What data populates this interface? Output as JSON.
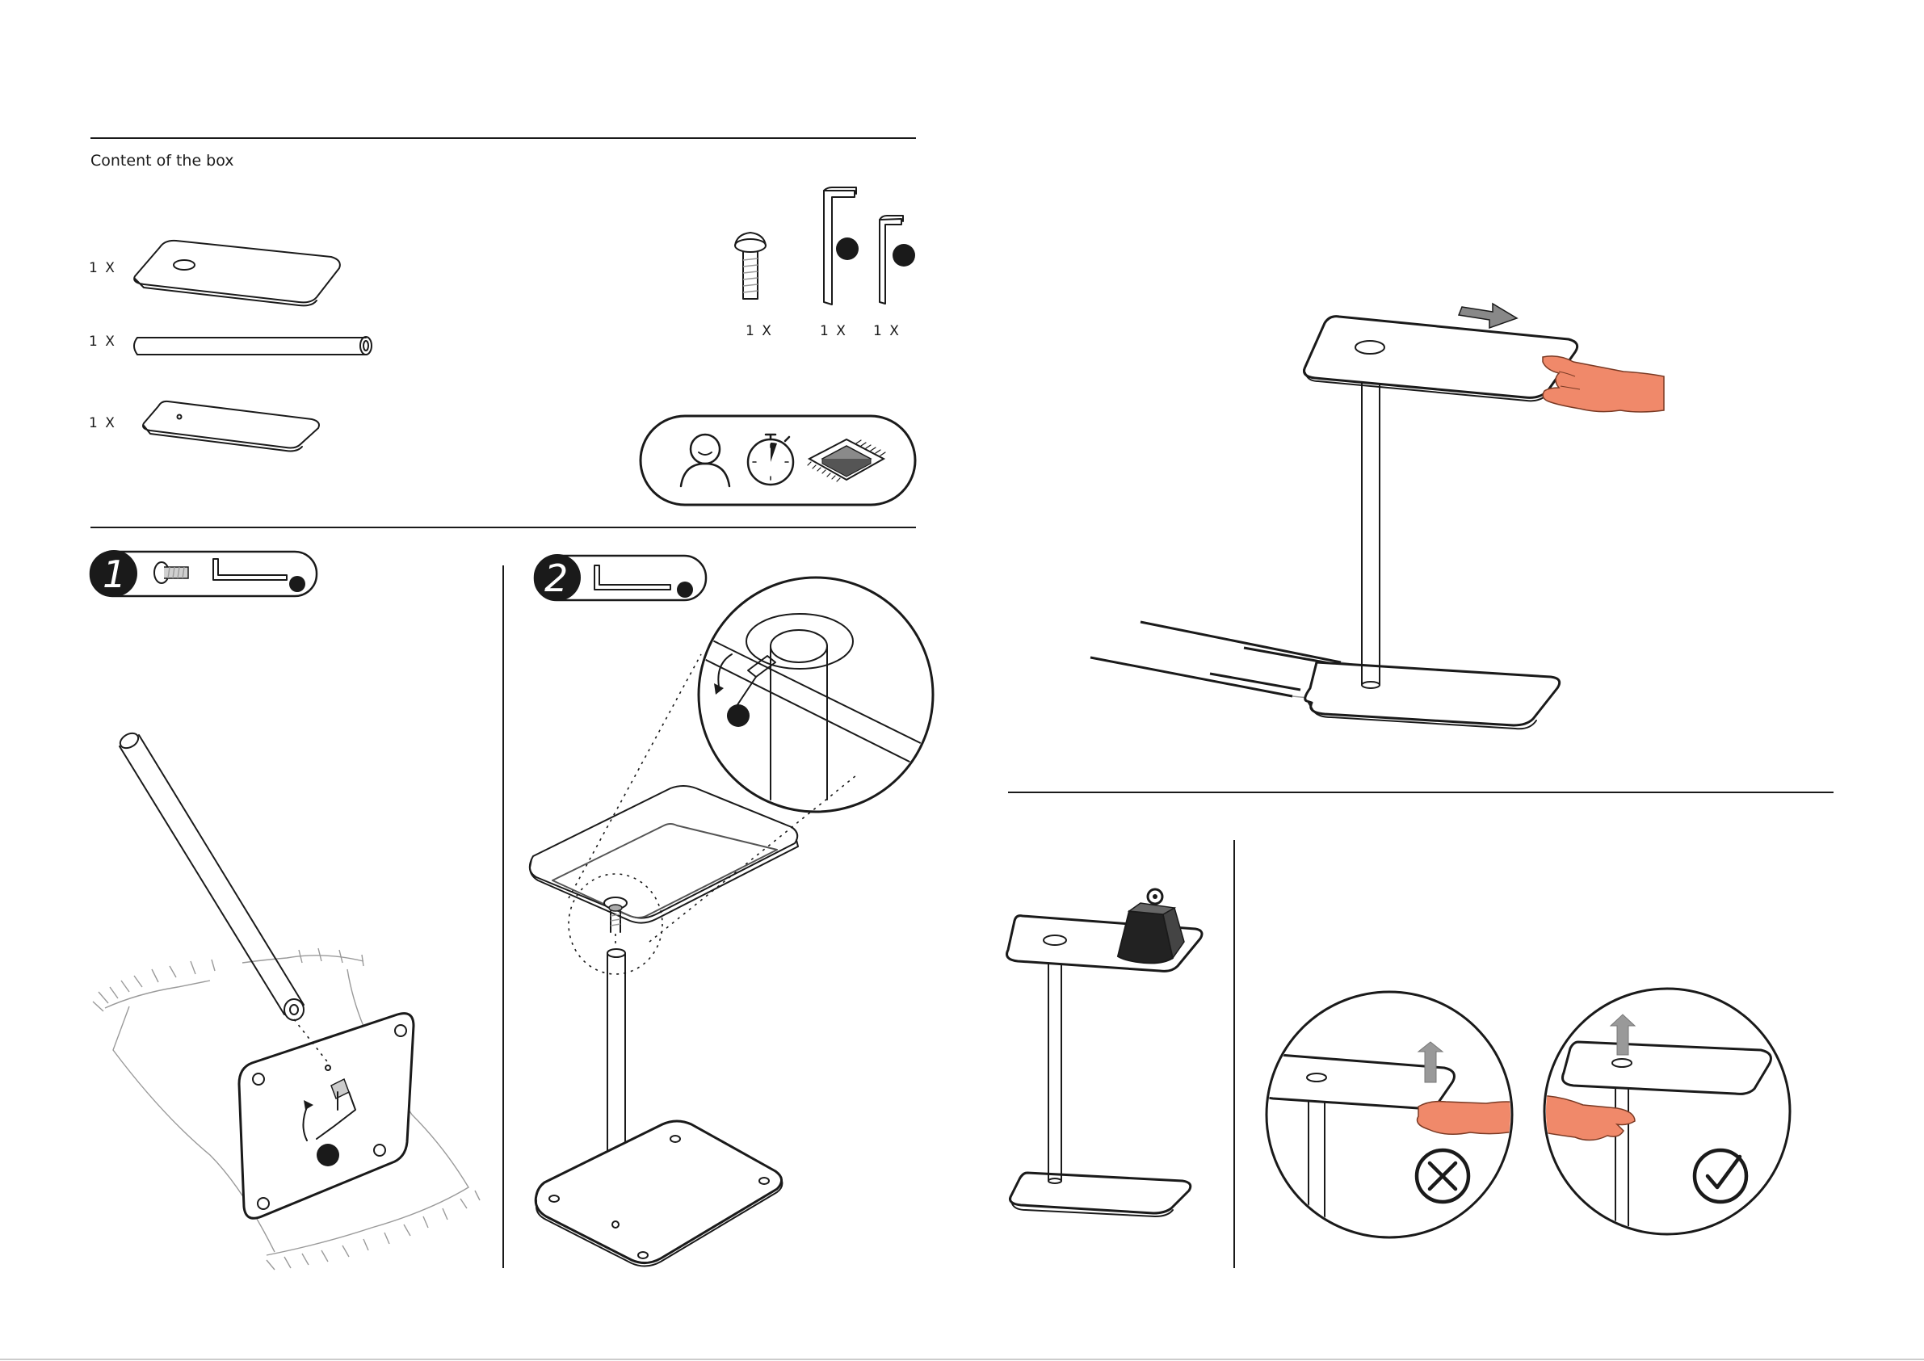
{
  "content_header": "Content of the box",
  "parts": [
    {
      "qty": "1 X",
      "item": "table-top"
    },
    {
      "qty": "1 X",
      "item": "tube"
    },
    {
      "qty": "1 X",
      "item": "base-plate"
    }
  ],
  "hardware": [
    {
      "qty": "1 X",
      "item": "bolt"
    },
    {
      "qty": "1 X",
      "item": "large-hex-key"
    },
    {
      "qty": "1 X",
      "item": "small-hex-key"
    }
  ],
  "info_icons": [
    "person-icon",
    "stopwatch-icon",
    "rug-icon"
  ],
  "steps": [
    {
      "number": "1",
      "tools": [
        "bolt-icon",
        "hex-key-icon"
      ]
    },
    {
      "number": "2",
      "tools": [
        "hex-key-icon"
      ]
    }
  ],
  "colors": {
    "line": "#1a1a1a",
    "hand": "#f0896a",
    "arrow": "#888888",
    "weight": "#222222"
  }
}
